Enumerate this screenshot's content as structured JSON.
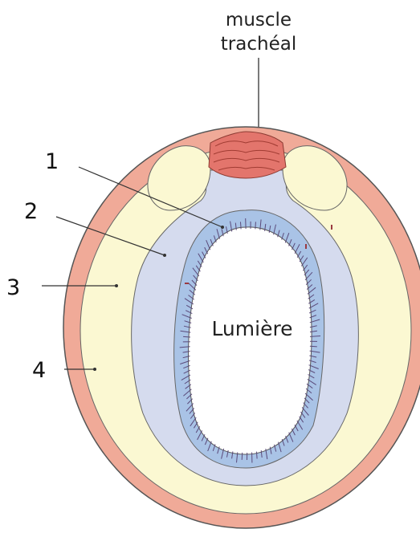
{
  "title": {
    "line1": "muscle",
    "line2": "trachéal"
  },
  "labels": {
    "n1": "1",
    "n2": "2",
    "n3": "3",
    "n4": "4"
  },
  "lumen_label": "Lumière",
  "colors": {
    "outer_layer": "#f0aa98",
    "cartilage_layer": "#fbf8d2",
    "submucosa": "#d5dbee",
    "mucosa": "#a9c3e6",
    "lumen": "#ffffff",
    "muscle": "#e3756c",
    "outline": "#555555"
  }
}
